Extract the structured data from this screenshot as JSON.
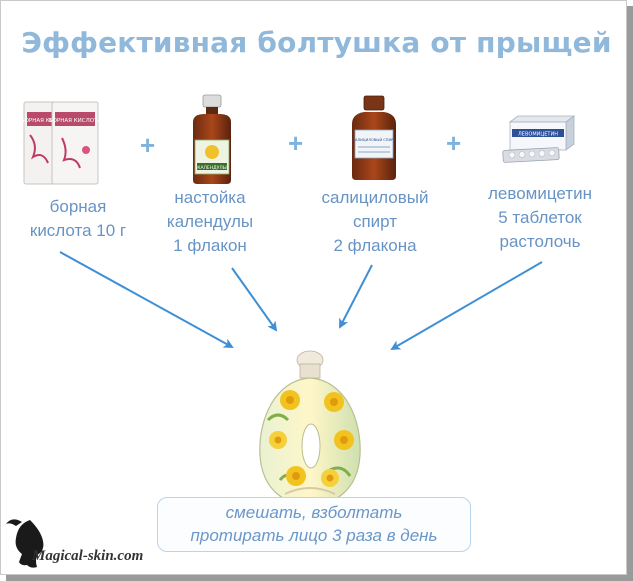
{
  "title": "Эффективная болтушка от прыщей",
  "ingredients": [
    {
      "lines": [
        "борная",
        "кислота 10 г"
      ]
    },
    {
      "lines": [
        "настойка",
        "календулы",
        "1 флакон"
      ]
    },
    {
      "lines": [
        "салициловый",
        "спирт",
        "2 флакона"
      ]
    },
    {
      "lines": [
        "левомицетин",
        "5 таблеток",
        "растолочь"
      ]
    }
  ],
  "plus_sign": "+",
  "product_texts": {
    "boric_packet": "БОРНАЯ КИСЛОТА",
    "calendula_bottle": "КАЛЕНДУЛЫ",
    "salicylic_bottle": "САЛИЦИЛОВЫЙ СПИРТ",
    "levomycetin_box": "ЛЕВОМИЦЕТИН"
  },
  "instructions": [
    "смешать, взболтать",
    "протирать лицо 3 раза в день"
  ],
  "watermark": "Magical-skin.com",
  "colors": {
    "title": "#8fb8da",
    "label": "#6794c5",
    "arrow": "#3f8fd6",
    "box_border": "#b9d5ec"
  }
}
